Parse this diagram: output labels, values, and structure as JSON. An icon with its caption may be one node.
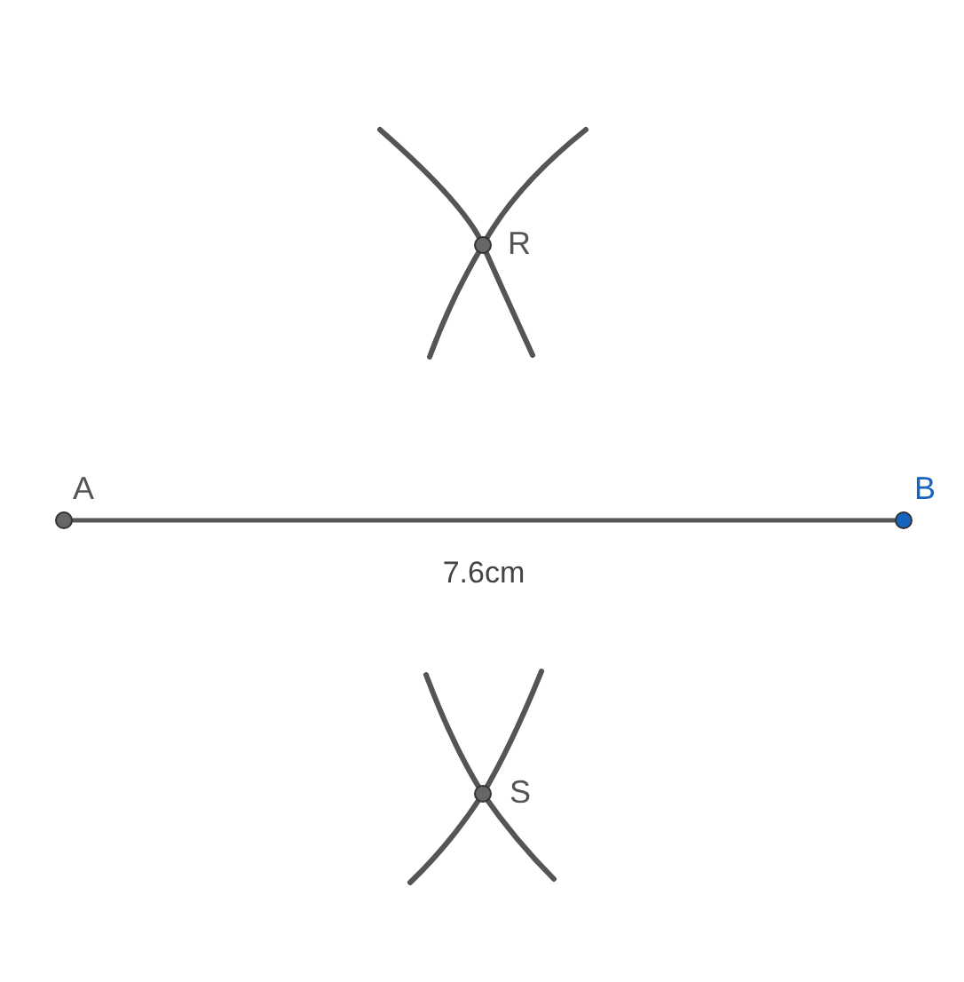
{
  "diagram": {
    "nodes": [
      {
        "text": [],
        "shape": "circle",
        "beside": [
          "A"
        ]
      },
      {
        "text": [],
        "shape": "circle",
        "beside": [
          "B"
        ]
      },
      {
        "text": [],
        "shape": "circle",
        "beside": [
          "R"
        ]
      },
      {
        "text": [],
        "shape": "circle",
        "beside": [
          "S"
        ]
      }
    ],
    "edges": [
      {
        "from": 0,
        "to": 1,
        "arrow": "none",
        "label": "7.6cm"
      }
    ]
  }
}
